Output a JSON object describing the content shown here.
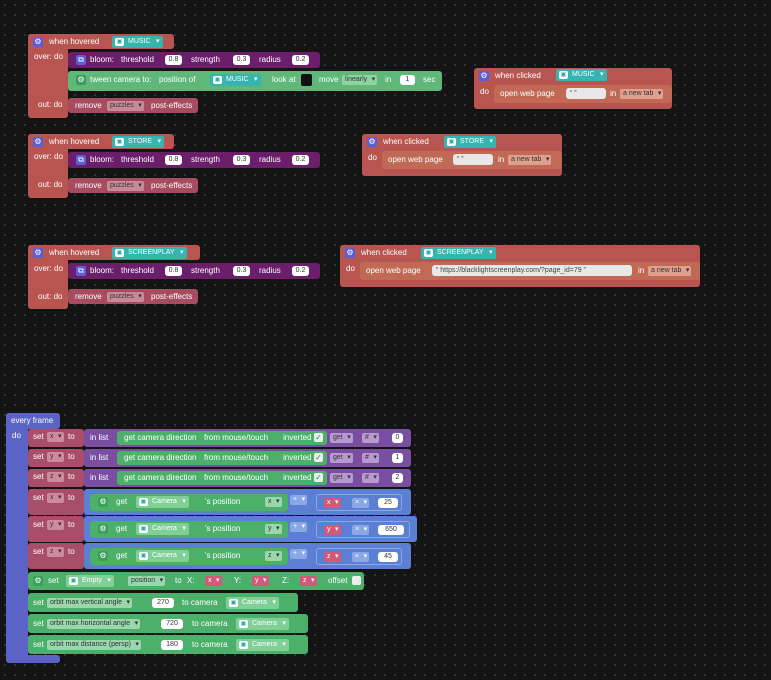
{
  "colors": {
    "event": "#b95550",
    "bloom": "#6b1f6b",
    "tween": "#5fb77a",
    "remove": "#a64c5e",
    "openpage": "#c06a55",
    "loop": "#5b63c6",
    "set": "#a84e6a",
    "listblk": "#7a4fa2",
    "math": "#5b7fd3",
    "green": "#4caf6a",
    "tag": "#35b4b0"
  },
  "labels": {
    "when_hovered": "when hovered",
    "over_do": "over: do",
    "out_do": "out: do",
    "bloom": "bloom:",
    "threshold": "threshold",
    "strength": "strength",
    "radius": "radius",
    "tween": "tween camera to:",
    "position_of": "position of",
    "look_at": "look at",
    "move": "move",
    "in": "in",
    "sec": "sec",
    "remove": "remove",
    "post_effects": "post-effects",
    "when_clicked": "when clicked",
    "do": "do",
    "open_web_page": "open web page",
    "every_frame": "every frame",
    "set": "set",
    "to": "to",
    "in_list": "in list",
    "get_cam_dir": "get camera direction",
    "from_mouse": "from mouse/touch",
    "inverted": "inverted",
    "get_word": "get",
    "get": "get",
    "s_position": "'s position",
    "to_word": "to",
    "offset": "offset",
    "to_camera": "to camera",
    "X": "X:",
    "Y": "Y:",
    "Z": "Z:"
  },
  "hover1": {
    "object": "MUSIC",
    "threshold": "0.8",
    "strength": "0.3",
    "radius": "0.2",
    "tween_obj": "MUSIC",
    "move": "linearly",
    "time": "1",
    "remove": "puzzles"
  },
  "hover2": {
    "object": "STORE",
    "threshold": "0.8",
    "strength": "0.3",
    "radius": "0.2",
    "remove": "puzzles"
  },
  "hover3": {
    "object": "SCREENPLAY",
    "threshold": "0.8",
    "strength": "0.3",
    "radius": "0.2",
    "remove": "puzzles"
  },
  "click1": {
    "object": "MUSIC",
    "url": "",
    "target": "a new tab"
  },
  "click2": {
    "object": "STORE",
    "url": "",
    "target": "a new tab"
  },
  "click3": {
    "object": "SCREENPLAY",
    "url": "https://blacklightscreenplay.com/?page_id=79",
    "target": "a new tab"
  },
  "frame": {
    "vars": [
      "x",
      "y",
      "z"
    ],
    "hash": "#",
    "indices": [
      "0",
      "1",
      "2"
    ],
    "camera": "Camera",
    "axes": [
      "x",
      "y",
      "z"
    ],
    "ops": [
      "+",
      "+",
      "+"
    ],
    "mul": [
      "×",
      "×",
      "×"
    ],
    "factors": [
      "25",
      "650",
      "45"
    ],
    "set_obj": "Empty",
    "set_prop": "position",
    "orbit": [
      {
        "label": "orbit max vertical angle",
        "value": "270",
        "camera": "Camera"
      },
      {
        "label": "orbit max horizontal angle",
        "value": "720",
        "camera": "Camera"
      },
      {
        "label": "orbit max distance (persp)",
        "value": "180",
        "camera": "Camera"
      }
    ]
  }
}
